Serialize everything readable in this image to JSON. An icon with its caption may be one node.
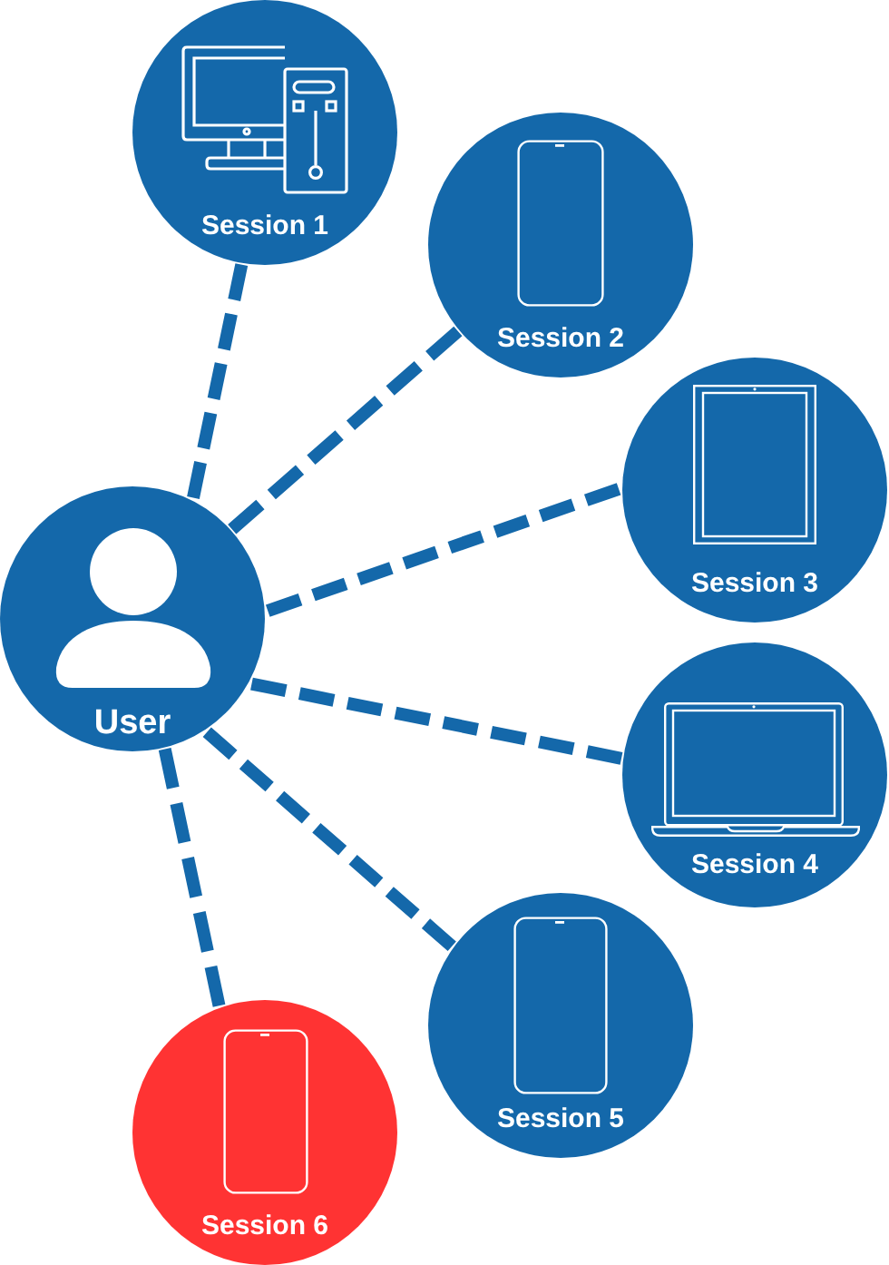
{
  "diagram": {
    "nodes": [
      {
        "text": [
          "User"
        ]
      },
      {
        "text": [
          "Session 1"
        ]
      },
      {
        "text": [
          "Session 2"
        ]
      },
      {
        "text": [
          "Session 3"
        ]
      },
      {
        "text": [
          "Session 4"
        ]
      },
      {
        "text": [
          "Session 5"
        ]
      },
      {
        "text": [
          "Session 6"
        ]
      }
    ],
    "edges": [
      {
        "from": 0,
        "to": 1,
        "arrow": "none",
        "style": "dashed"
      },
      {
        "from": 0,
        "to": 2,
        "arrow": "none",
        "style": "dashed"
      },
      {
        "from": 0,
        "to": 3,
        "arrow": "none",
        "style": "dashed"
      },
      {
        "from": 0,
        "to": 4,
        "arrow": "none",
        "style": "dashed"
      },
      {
        "from": 0,
        "to": 5,
        "arrow": "none",
        "style": "dashed"
      },
      {
        "from": 0,
        "to": 6,
        "arrow": "none",
        "style": "dashed"
      }
    ]
  }
}
